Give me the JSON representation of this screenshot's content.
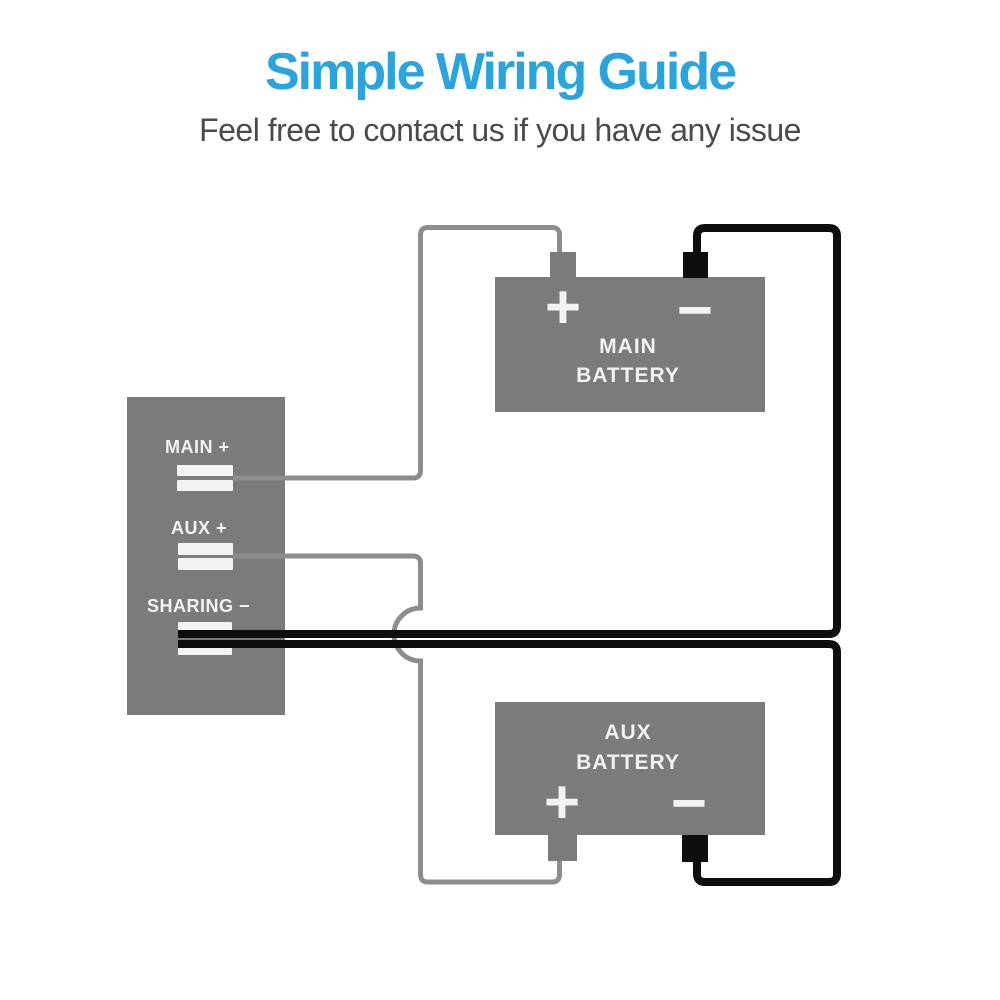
{
  "header": {
    "title": "Simple Wiring Guide",
    "subtitle": "Feel free to contact us if you have any issue"
  },
  "controller_panel": {
    "terminals": [
      {
        "id": "main-positive",
        "label": "MAIN +"
      },
      {
        "id": "aux-positive",
        "label": "AUX +"
      },
      {
        "id": "sharing-negative",
        "label": "SHARING −"
      }
    ]
  },
  "main_battery": {
    "name_line1": "MAIN",
    "name_line2": "BATTERY",
    "positive_symbol": "+",
    "negative_symbol": "−"
  },
  "aux_battery": {
    "name_line1": "AUX",
    "name_line2": "BATTERY",
    "positive_symbol": "+",
    "negative_symbol": "−"
  },
  "wires": [
    {
      "id": "main-positive",
      "color": "gray",
      "from": "controller MAIN +",
      "to": "MAIN BATTERY +"
    },
    {
      "id": "aux-positive",
      "color": "gray",
      "from": "controller AUX +",
      "to": "AUX BATTERY +"
    },
    {
      "id": "main-negative",
      "color": "black",
      "from": "controller SHARING −",
      "to": "MAIN BATTERY −"
    },
    {
      "id": "aux-negative",
      "color": "black",
      "from": "controller SHARING −",
      "to": "AUX BATTERY −"
    }
  ],
  "colors": {
    "title_blue": "#2AA4DE",
    "subtitle_gray": "#4B4B4B",
    "box_gray": "#7B7B7B",
    "wire_gray": "#8D8D8D",
    "wire_black": "#0E0E0E",
    "terminal_bar_white": "#F3F3F3"
  }
}
